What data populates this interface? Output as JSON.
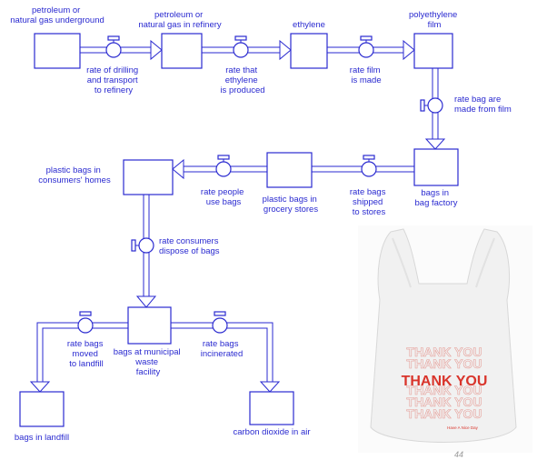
{
  "stocks": {
    "petroleum_underground": [
      "petroleum or",
      "natural gas underground"
    ],
    "petroleum_refinery": [
      "petroleum or",
      "natural gas in refinery"
    ],
    "ethylene": [
      "ethylene"
    ],
    "polyethylene_film": [
      "polyethylene",
      "film"
    ],
    "bags_factory": [
      "bags in",
      "bag factory"
    ],
    "bags_grocery": [
      "plastic bags in",
      "grocery stores"
    ],
    "bags_consumers": [
      "plastic bags in",
      "consumers' homes"
    ],
    "bags_municipal": [
      "bags at municipal",
      "waste",
      "facility"
    ],
    "bags_landfill": [
      "bags in landfill"
    ],
    "carbon_dioxide": [
      "carbon dioxide in air"
    ]
  },
  "flows": {
    "drilling": [
      "rate of drilling",
      "and transport",
      "to refinery"
    ],
    "ethylene_produced": [
      "rate that",
      "ethylene",
      "is produced"
    ],
    "film_made": [
      "rate film",
      "is made"
    ],
    "bags_made": [
      "rate bag are",
      "made from film"
    ],
    "bags_shipped": [
      "rate bags",
      "shipped",
      "to stores"
    ],
    "people_use": [
      "rate people",
      "use bags"
    ],
    "consumers_dispose": [
      "rate consumers",
      "dispose of bags"
    ],
    "moved_landfill": [
      "rate bags",
      "moved",
      "to landfill"
    ],
    "incinerated": [
      "rate bags",
      "incinerated"
    ]
  },
  "bag_photo": {
    "lines": [
      "THANK YOU",
      "THANK YOU",
      "THANK YOU",
      "THANK YOU",
      "THANK YOU",
      "THANK YOU"
    ],
    "small_text": "Have A Nice Day",
    "colors": {
      "bag": "#f4f4f4",
      "print": "#d9342b"
    }
  },
  "page_number": "44",
  "colors": {
    "diagram": "#2a2ad0"
  }
}
